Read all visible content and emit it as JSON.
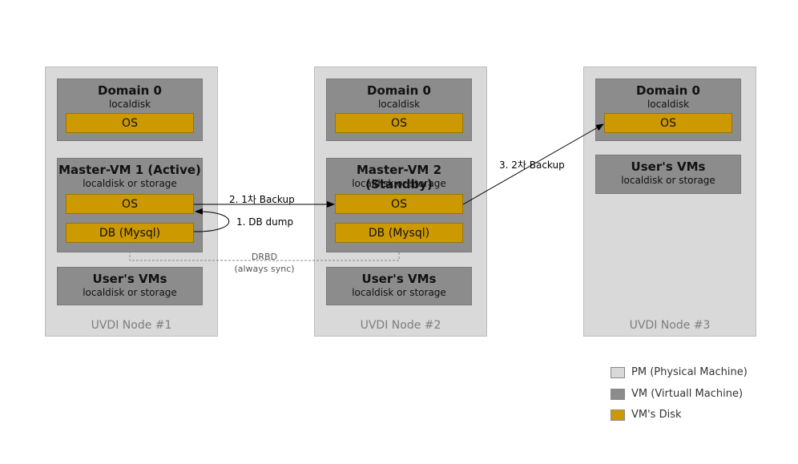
{
  "colors": {
    "pm": "#d9d9d9",
    "vm": "#8c8c8c",
    "disk": "#cc9900"
  },
  "nodes": [
    {
      "label": "UVDI Node #1",
      "domain0": {
        "title": "Domain 0",
        "sub": "localdisk",
        "os": "OS"
      },
      "master": {
        "title": "Master-VM 1 (Active)",
        "sub": "localdisk or storage",
        "os": "OS",
        "db": "DB (Mysql)"
      },
      "users": {
        "title": "User's VMs",
        "sub": "localdisk or storage"
      }
    },
    {
      "label": "UVDI Node #2",
      "domain0": {
        "title": "Domain 0",
        "sub": "localdisk",
        "os": "OS"
      },
      "master": {
        "title": "Master-VM 2 (Standby)",
        "sub": "localdisk or storage",
        "os": "OS",
        "db": "DB (Mysql)"
      },
      "users": {
        "title": "User's VMs",
        "sub": "localdisk or storage"
      }
    },
    {
      "label": "UVDI Node #3",
      "domain0": {
        "title": "Domain 0",
        "sub": "localdisk",
        "os": "OS"
      },
      "users": {
        "title": "User's VMs",
        "sub": "localdisk or storage"
      }
    }
  ],
  "edges": {
    "db_dump": "1. DB dump",
    "backup1": "2. 1차 Backup",
    "backup2": "3. 2차 Backup",
    "drbd_line1": "DRBD",
    "drbd_line2": "(always sync)"
  },
  "legend": [
    {
      "label": "PM (Physical Machine)",
      "color": "#d9d9d9"
    },
    {
      "label": "VM (Virtuall Machine)",
      "color": "#8c8c8c"
    },
    {
      "label": "VM's Disk",
      "color": "#cc9900"
    }
  ]
}
